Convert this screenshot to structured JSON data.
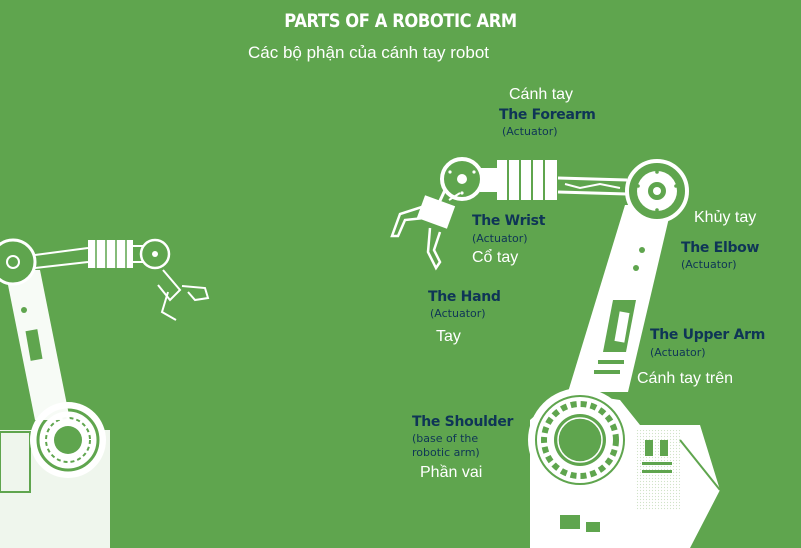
{
  "title": "PARTS OF A ROBOTIC ARM",
  "subtitle": "Các bộ phận của cánh tay robot",
  "colors": {
    "background": "#5fa54e",
    "label_text": "#0f3556",
    "drawing": "#ffffff"
  },
  "labels": {
    "forearm": {
      "vi": "Cánh tay",
      "en": "The Forearm",
      "sub": "(Actuator)"
    },
    "wrist": {
      "en": "The Wrist",
      "sub": "(Actuator)",
      "vi": "Cổ tay"
    },
    "elbow": {
      "vi": "Khủy tay",
      "en": "The Elbow",
      "sub": "(Actuator)"
    },
    "hand": {
      "en": "The Hand",
      "sub": "(Actuator)",
      "vi": "Tay"
    },
    "upper_arm": {
      "en": "The Upper Arm",
      "sub": "(Actuator)",
      "vi": "Cánh tay trên"
    },
    "shoulder": {
      "en": "The Shoulder",
      "sub_line1": "(base of the",
      "sub_line2": "robotic arm)",
      "vi": "Phần vai"
    }
  }
}
